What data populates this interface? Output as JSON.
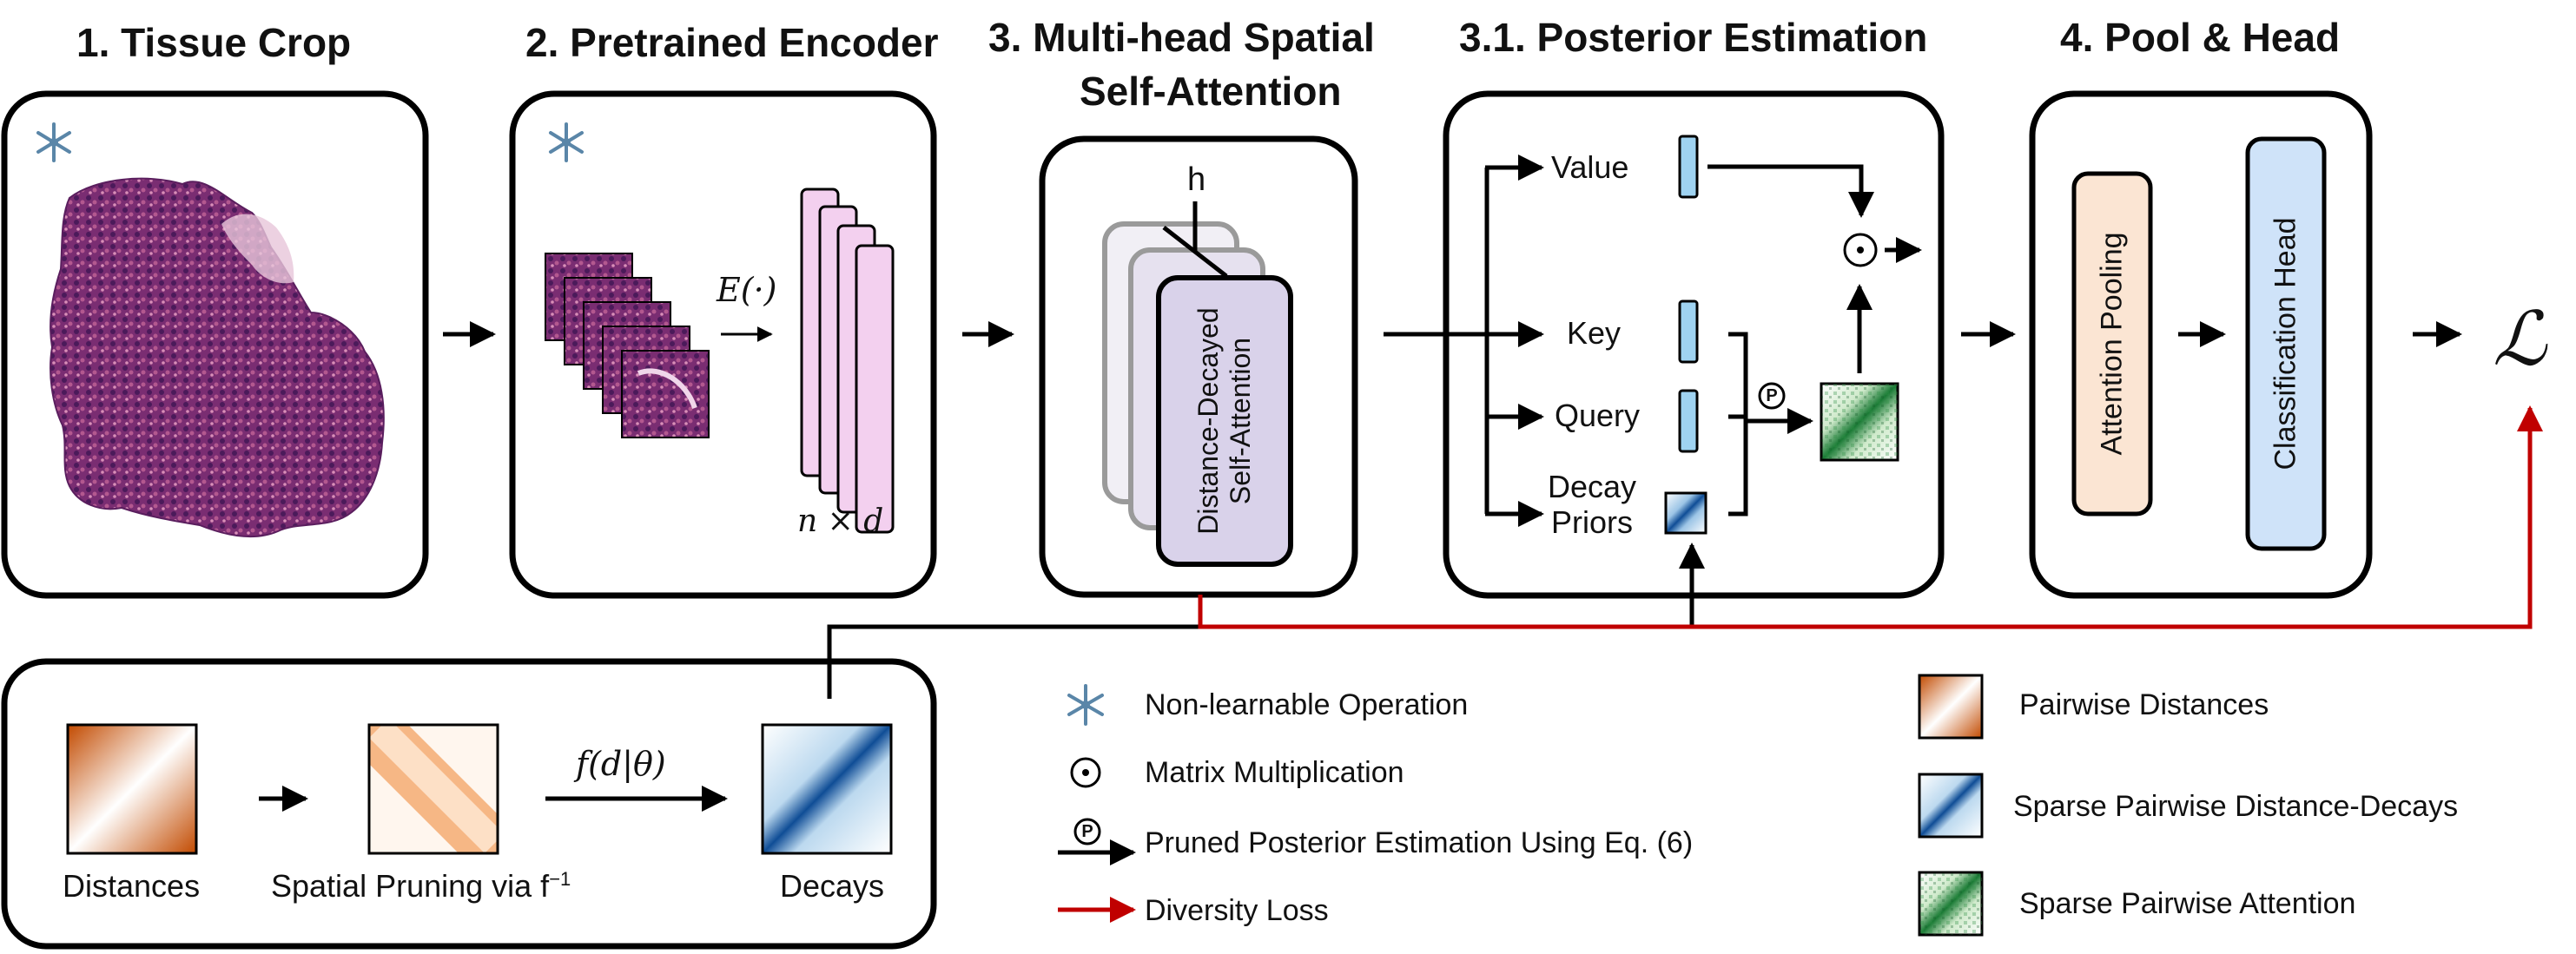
{
  "steps": {
    "tissue_crop": "1. Tissue Crop",
    "encoder": "2. Pretrained Encoder",
    "msa_line1": "3. Multi-head Spatial",
    "msa_line2": "Self-Attention",
    "posterior": "3.1. Posterior Estimation",
    "pool_head": "4. Pool & Head"
  },
  "encoder": {
    "function": "E(·)",
    "shape": "n × d"
  },
  "attention_block": {
    "heads": "h",
    "line1": "Distance-Decayed",
    "line2": "Self-Attention"
  },
  "posterior": {
    "value": "Value",
    "key": "Key",
    "query": "Query",
    "decay_line1": "Decay",
    "decay_line2": "Priors",
    "matmul_symbol": "⊙",
    "prune_symbol": "P"
  },
  "pool_head": {
    "pooling": "Attention Pooling",
    "classifier": "Classification Head"
  },
  "loss_symbol": "ℒ",
  "decay_pipeline": {
    "distances": "Distances",
    "pruning": "Spatial Pruning via f",
    "pruning_sup": "−1",
    "decay_fn": "f(d|θ)",
    "decays": "Decays"
  },
  "legend": {
    "non_learnable": "Non-learnable Operation",
    "matmul": "Matrix Multiplication",
    "pruned": "Pruned Posterior Estimation Using Eq. (6)",
    "diversity": "Diversity Loss",
    "pairwise_distances": "Pairwise Distances",
    "sparse_decays": "Sparse Pairwise Distance-Decays",
    "sparse_attention": "Sparse Pairwise Attention"
  },
  "colors": {
    "outline": "#000000",
    "pink_feature": "#f3d0ef",
    "purple_block": "#d9d2ea",
    "blue_vector": "#9fd3f1",
    "pooling_fill": "#fbe5d3",
    "classifier_fill": "#cfe3f9",
    "diversity_red": "#c00000",
    "snowflake": "#5a86a8"
  }
}
